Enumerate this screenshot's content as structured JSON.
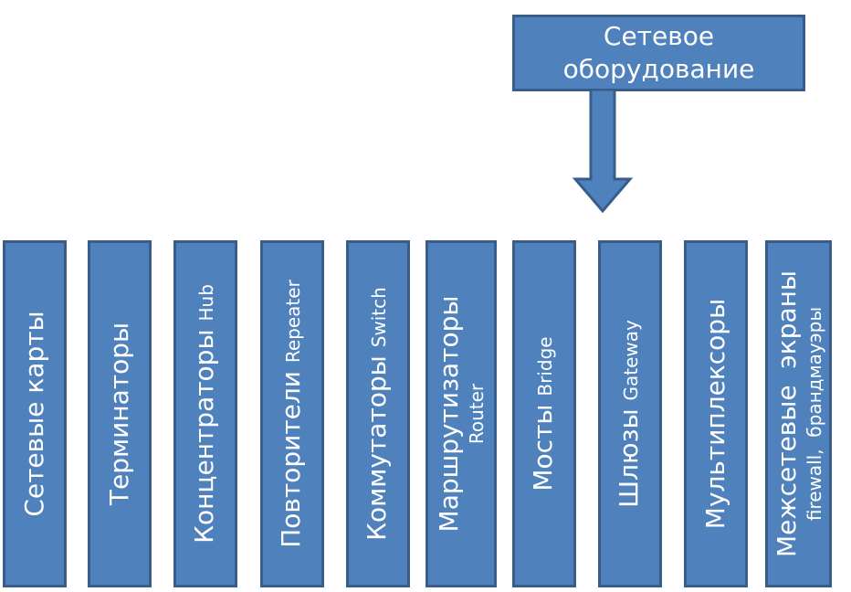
{
  "root": {
    "line1": "Сетевое",
    "line2": "оборудование"
  },
  "items": [
    {
      "main": "Сетевые карты",
      "sub": ""
    },
    {
      "main": "Терминаторы",
      "sub": ""
    },
    {
      "main": "Концентраторы",
      "sub": "Hub"
    },
    {
      "main": "Повторители",
      "sub": "Repeater"
    },
    {
      "main": "Коммутаторы",
      "sub": "Switch"
    },
    {
      "main": "Маршрутизаторы",
      "sub": "Router"
    },
    {
      "main": "Мосты",
      "sub": "Bridge"
    },
    {
      "main": "Шлюзы",
      "sub": "Gateway"
    },
    {
      "main": "Мультиплексоры",
      "sub": ""
    },
    {
      "main": "Межсетевые  экраны",
      "sub": "firewall,  брандмауэры"
    }
  ],
  "colors": {
    "fill": "#4f81bd",
    "border": "#385d8a",
    "text": "#ffffff"
  }
}
